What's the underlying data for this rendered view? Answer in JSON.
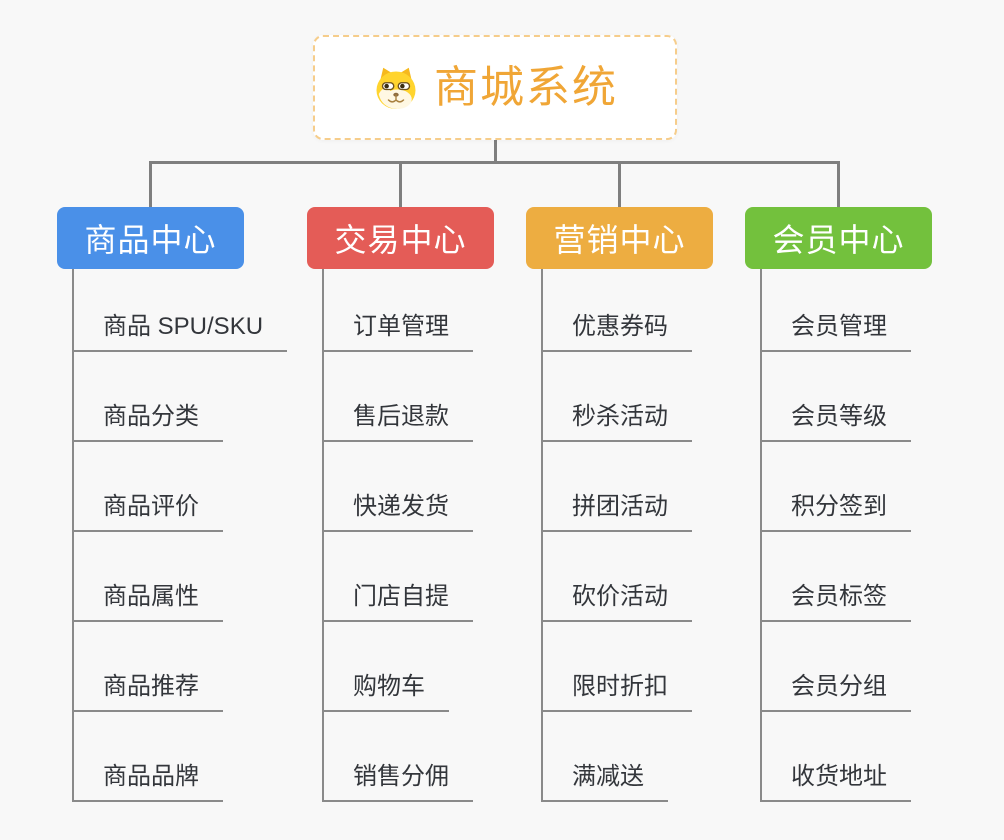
{
  "root": {
    "title": "商城系统",
    "icon": "dog-face"
  },
  "branches": [
    {
      "label": "商品中心",
      "color": "#4A90E8",
      "items": [
        "商品 SPU/SKU",
        "商品分类",
        "商品评价",
        "商品属性",
        "商品推荐",
        "商品品牌"
      ]
    },
    {
      "label": "交易中心",
      "color": "#E45C57",
      "items": [
        "订单管理",
        "售后退款",
        "快递发货",
        "门店自提",
        "购物车",
        "销售分佣"
      ]
    },
    {
      "label": "营销中心",
      "color": "#EDAD41",
      "items": [
        "优惠券码",
        "秒杀活动",
        "拼团活动",
        "砍价活动",
        "限时折扣",
        "满减送"
      ]
    },
    {
      "label": "会员中心",
      "color": "#73C13D",
      "items": [
        "会员管理",
        "会员等级",
        "积分签到",
        "会员标签",
        "会员分组",
        "收货地址"
      ]
    }
  ],
  "colors": {
    "background": "#F8F8F8",
    "connector": "#7F7F7F",
    "item_underline": "#8A8A8A",
    "item_text": "#33363B",
    "root_title": "#F0A636",
    "root_border": "#F6CD8B"
  }
}
